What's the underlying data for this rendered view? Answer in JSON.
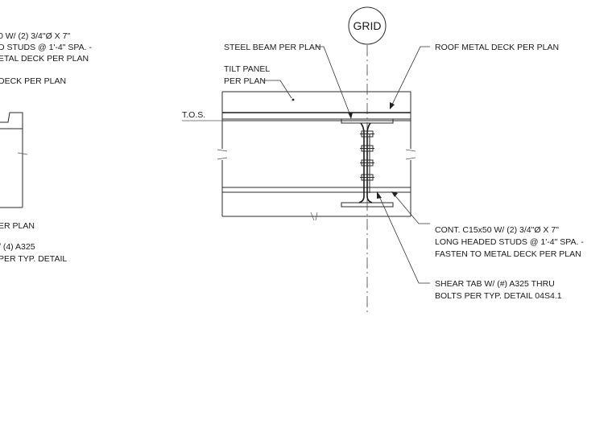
{
  "grid_label": "GRID",
  "labels": {
    "steel_beam": "STEEL BEAM PER PLAN",
    "roof_deck": "ROOF METAL DECK PER PLAN",
    "tilt_panel_1": "TILT PANEL",
    "tilt_panel_2": "PER PLAN",
    "tos": "T.O.S.",
    "channel_1": "CONT. C15x50 W/ (2) 3/4\"Ø X 7\"",
    "channel_2": "LONG HEADED STUDS @ 1'-4\" SPA. -",
    "channel_3": "FASTEN TO METAL DECK PER PLAN",
    "shear_tab_1": "SHEAR TAB W/ (#) A325 THRU",
    "shear_tab_2": "BOLTS PER TYP. DETAIL 04S4.1"
  },
  "left_fragment": {
    "line_1": "0 W/ (2) 3/4\"Ø X 7\"",
    "line_2": "D STUDS @ 1'-4\" SPA. -",
    "line_3": "ETAL DECK PER PLAN",
    "line_4": "DECK PER PLAN",
    "line_5": "ER PLAN",
    "line_6": "/ (4) A325",
    "line_7": "PER TYP. DETAIL"
  }
}
